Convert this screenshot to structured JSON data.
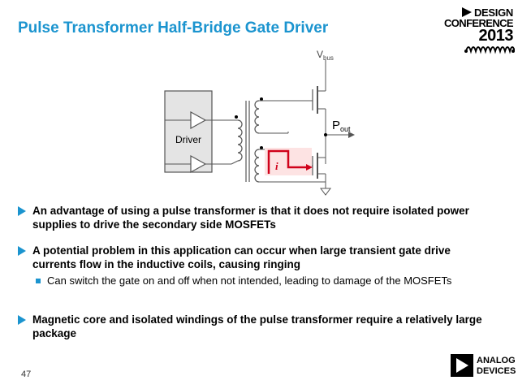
{
  "slide": {
    "title": "Pulse Transformer Half-Bridge Gate Driver",
    "page_number": "47"
  },
  "conference": {
    "line1": "DESIGN",
    "line2": "CONFERENCE",
    "year": "2013"
  },
  "circuit": {
    "driver_label": "Driver",
    "vbus_label": "V",
    "vbus_sub": "bus",
    "pout_label": "P",
    "pout_sub": "out",
    "current_label": "i",
    "current_color": "#d0021b"
  },
  "bullets": [
    {
      "text": "An advantage of using a pulse transformer is that it does not require isolated power supplies to drive the secondary side MOSFETs"
    },
    {
      "text": "A potential problem in this application can occur when large transient gate drive currents flow in the inductive coils, causing ringing",
      "sub": "Can switch the gate on and off when not intended, leading to damage of the MOSFETs"
    },
    {
      "text": "Magnetic core and isolated windings of the pulse transformer require a relatively large package"
    }
  ],
  "logo": {
    "line1": "ANALOG",
    "line2": "DEVICES"
  },
  "colors": {
    "accent": "#1b94cf",
    "highlight": "#d0021b"
  }
}
